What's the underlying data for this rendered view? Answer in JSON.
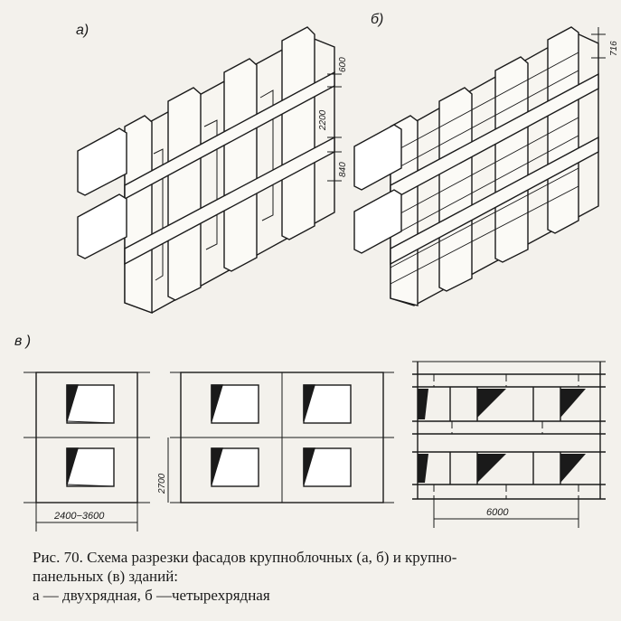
{
  "labels": {
    "a": "а)",
    "b": "б)",
    "c": "в )"
  },
  "dimensions": {
    "d600": "600",
    "d2200": "2200",
    "d840": "840",
    "d716": "716",
    "d2700": "2700",
    "d2400": "2400−3600",
    "d6000": "6000"
  },
  "caption": {
    "line1": "Рис. 70. Схема разрезки фасадов крупноблочных (а, б) и крупно-",
    "line2": "панельных (в) зданий:",
    "line3": "а — двухрядная, б —четырехрядная"
  }
}
